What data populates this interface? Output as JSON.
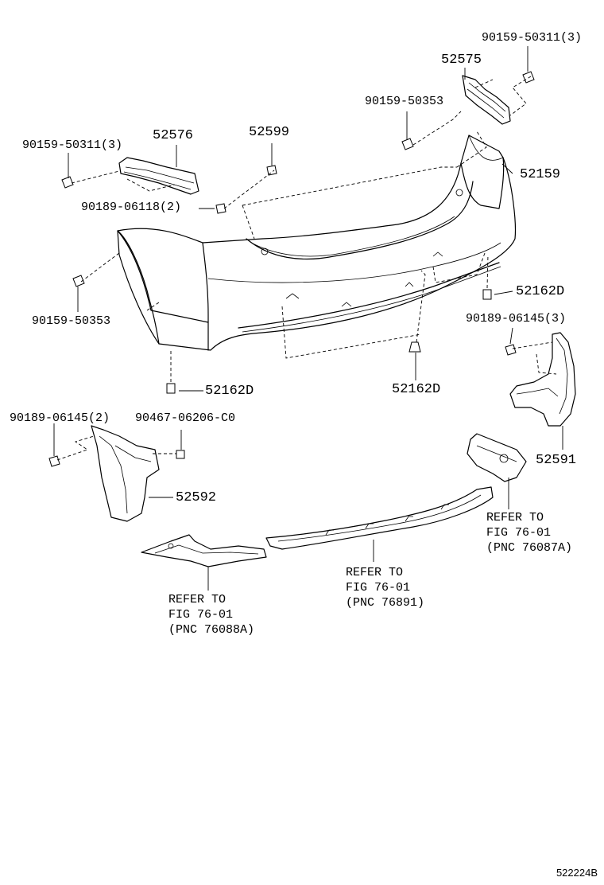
{
  "labels": {
    "p1": "90159-50311(3)",
    "p2": "52575",
    "p3": "90159-50353",
    "p4": "90159-50311(3)",
    "p5": "52576",
    "p6": "52599",
    "p7": "52159",
    "p8": "90189-06118(2)",
    "p9": "90159-50353",
    "p10": "52162D",
    "p11": "90189-06145(3)",
    "p12": "52162D",
    "p13": "52162D",
    "p14": "90189-06145(2)",
    "p15": "90467-06206-C0",
    "p16": "52591",
    "p17": "52592"
  },
  "refs": {
    "r1": "REFER TO\nFIG 76-01\n(PNC 76087A)",
    "r2": "REFER TO\nFIG 76-01\n(PNC 76891)",
    "r3": "REFER TO\nFIG 76-01\n(PNC 76088A)"
  },
  "figure_id": "522224B"
}
